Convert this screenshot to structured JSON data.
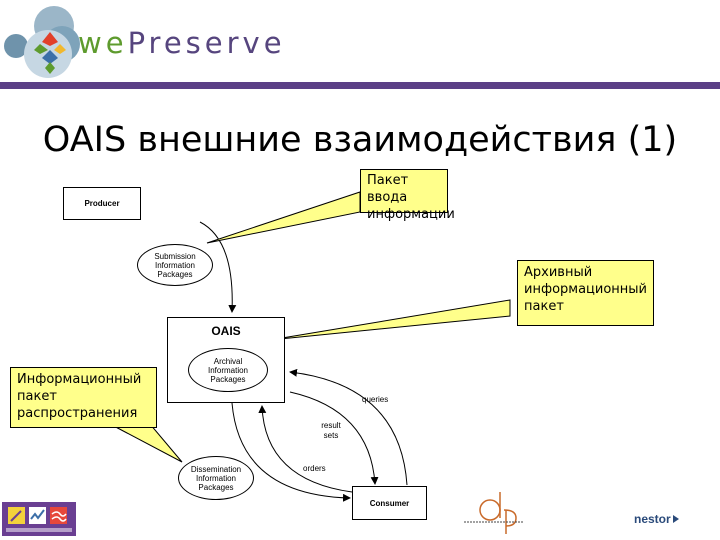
{
  "header": {
    "logo_we": "we",
    "logo_preserve": "Preserve",
    "rule_color": "#5b3f86"
  },
  "slide": {
    "title": "OAIS внешние взаимодействия (1)"
  },
  "diagram": {
    "producer": "Producer",
    "sip": [
      "Submission",
      "Information",
      "Packages"
    ],
    "oais": "OAIS",
    "aip": [
      "Archival",
      "Information",
      "Packages"
    ],
    "dip": [
      "Dissemination",
      "Information",
      "Packages"
    ],
    "consumer": "Consumer",
    "queries": "queries",
    "result_sets": [
      "result",
      "sets"
    ],
    "orders": "orders"
  },
  "callouts": {
    "sip": [
      "Пакет ввода",
      "информации"
    ],
    "aip": [
      "Архивный",
      "информационный",
      "пакет"
    ],
    "dip": [
      "Информационный",
      "пакет",
      "распространения"
    ],
    "fill_color": "#ffff8b"
  },
  "footer": {
    "nestor": "nestor"
  },
  "icons": [
    "wepreserve-logo-icon",
    "partner-logo-icon",
    "dpe-logo-icon",
    "nestor-logo-icon"
  ]
}
